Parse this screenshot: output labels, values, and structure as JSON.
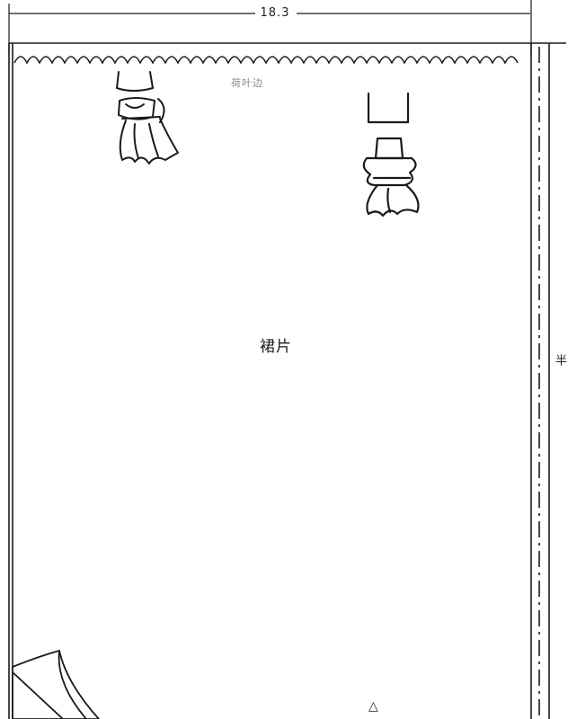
{
  "pattern": {
    "width_dimension": "18.3",
    "top_small_label": "荷叶边",
    "piece_label": "裙片",
    "side_label": "半",
    "notch_symbol": "△"
  },
  "icons": {
    "garment_left": "ruffled-garment-icon",
    "garment_right": "ruffled-garment-icon",
    "page_curl": "page-curl-icon"
  },
  "colors": {
    "line": "#1a1a1a",
    "faint": "#8a8a8a",
    "paper": "#ffffff"
  }
}
